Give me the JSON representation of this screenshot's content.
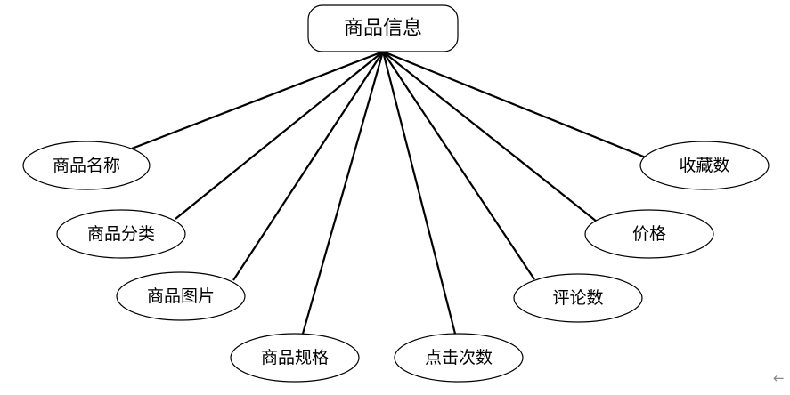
{
  "diagram": {
    "root": {
      "label": "商品信息"
    },
    "attributes": [
      {
        "id": "name",
        "label": "商品名称"
      },
      {
        "id": "category",
        "label": "商品分类"
      },
      {
        "id": "image",
        "label": "商品图片"
      },
      {
        "id": "spec",
        "label": "商品规格"
      },
      {
        "id": "clicks",
        "label": "点击次数"
      },
      {
        "id": "reviews",
        "label": "评论数"
      },
      {
        "id": "price",
        "label": "价格"
      },
      {
        "id": "favorites",
        "label": "收藏数"
      }
    ]
  },
  "icons": {
    "corner": "back-arrow-icon"
  }
}
